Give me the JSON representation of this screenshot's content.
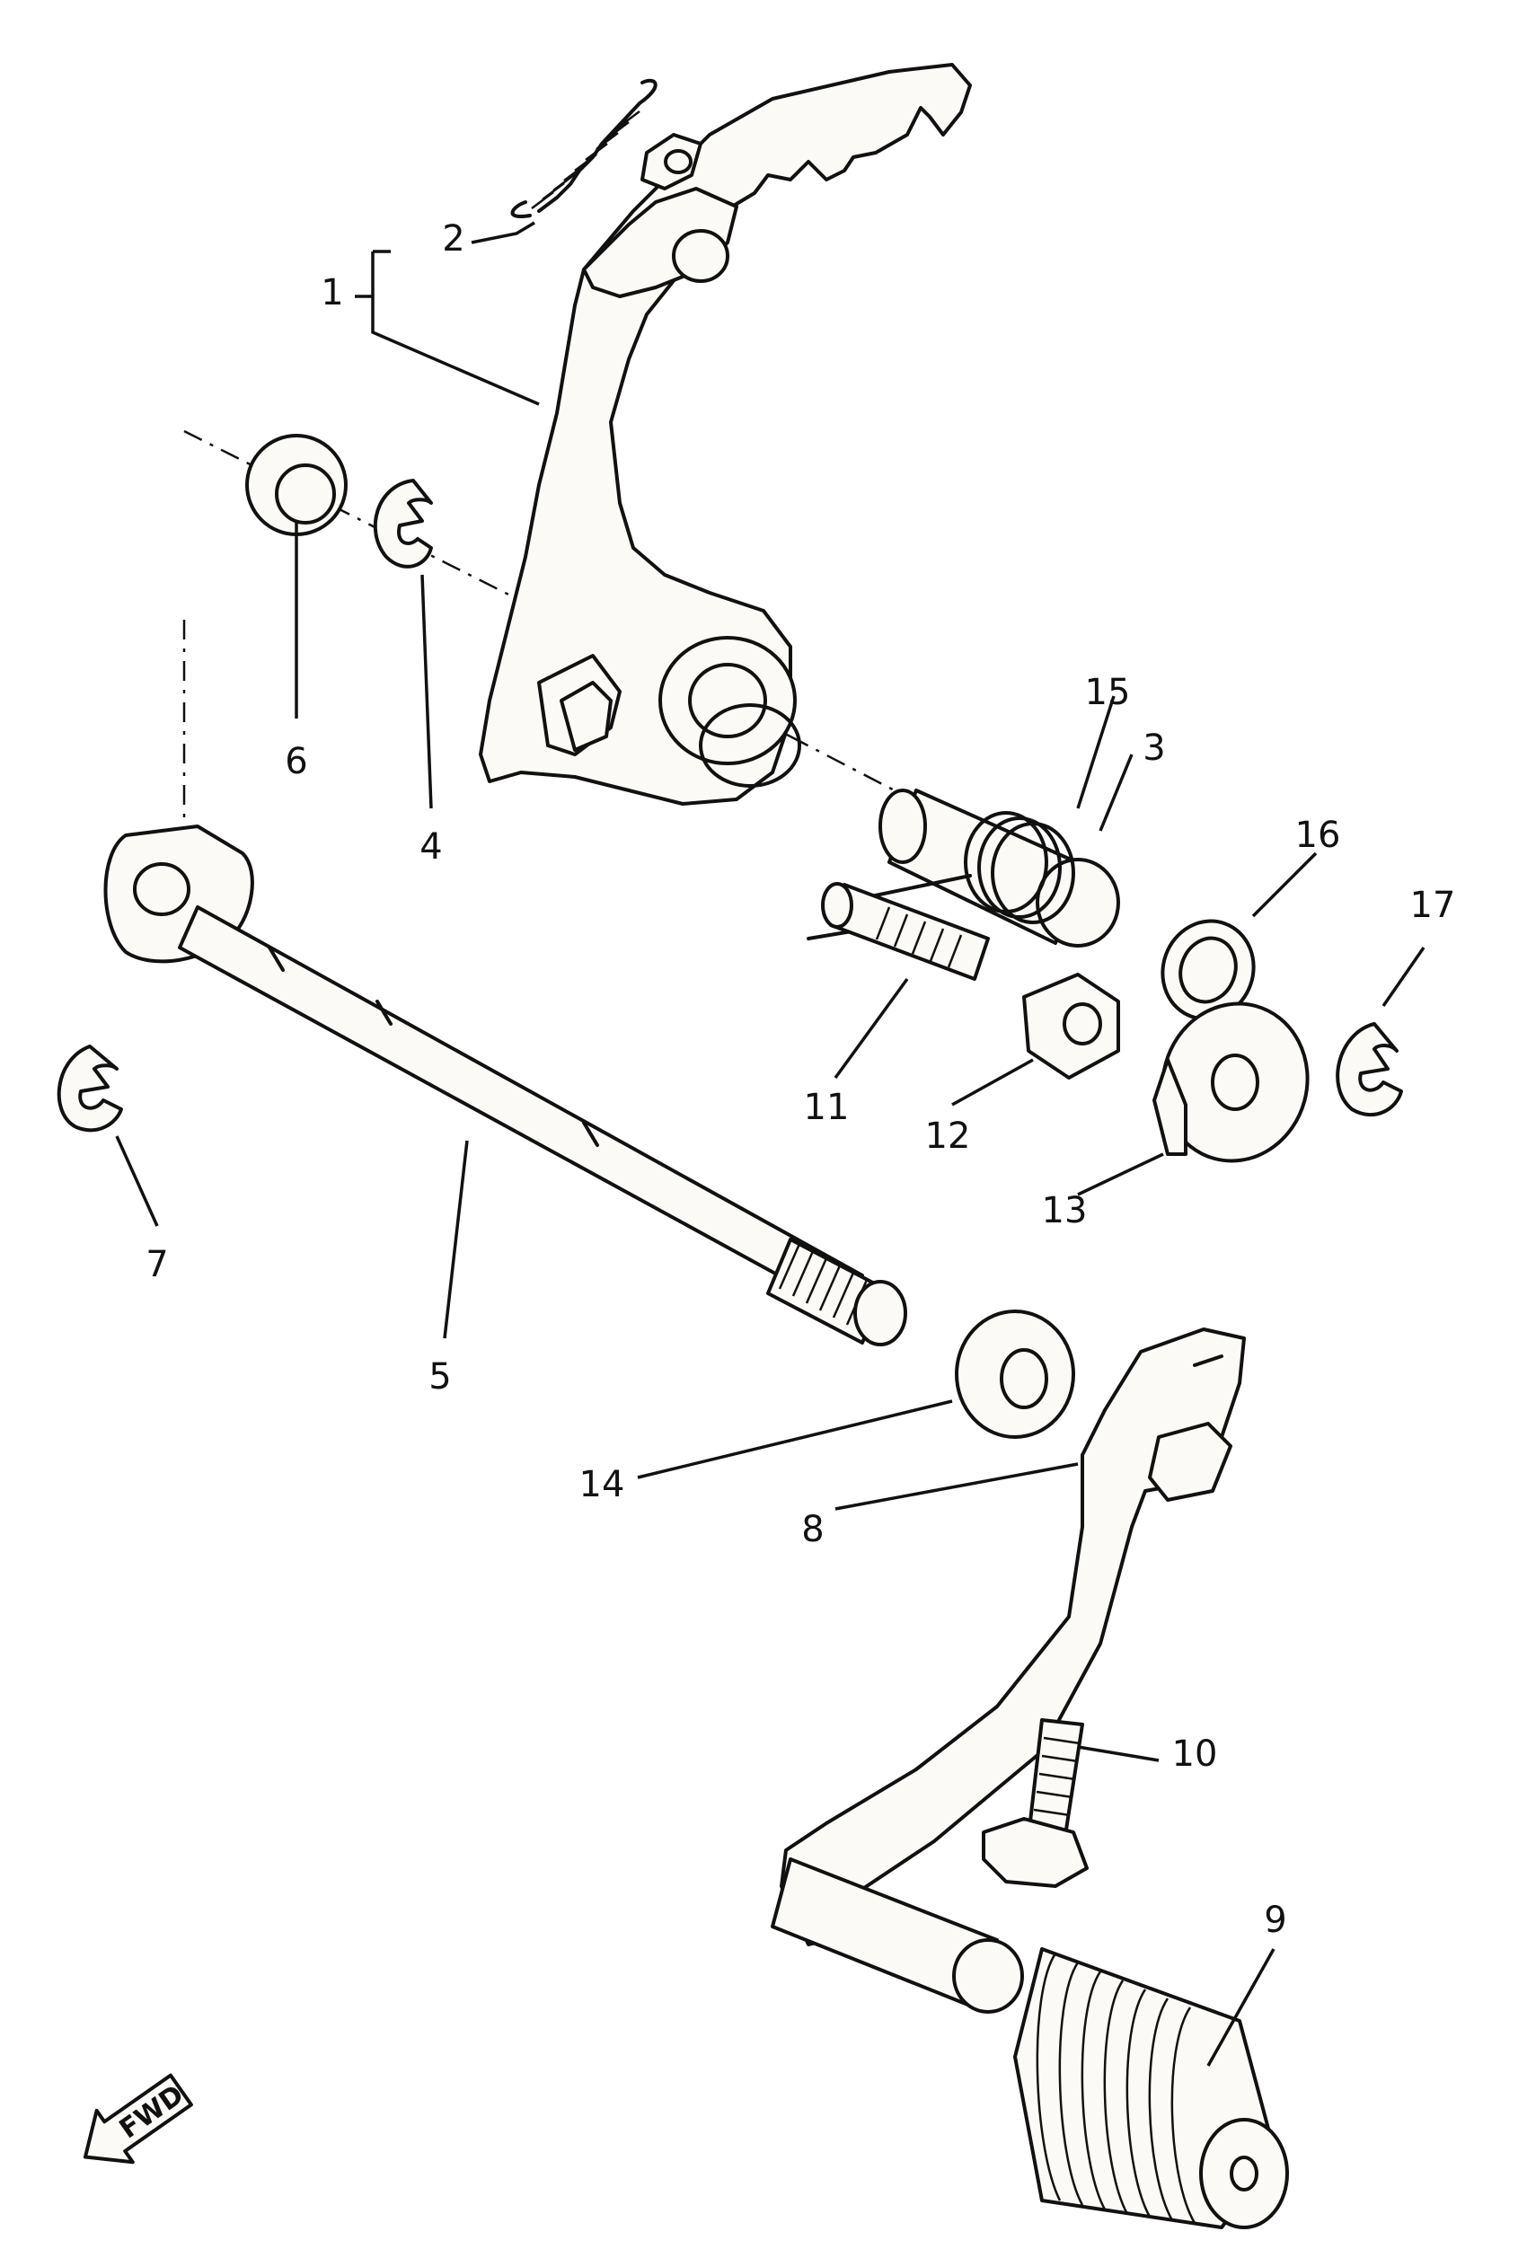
{
  "part_labels": [
    {
      "id": "1",
      "text": "1"
    },
    {
      "id": "2",
      "text": "2"
    },
    {
      "id": "3",
      "text": "3"
    },
    {
      "id": "4",
      "text": "4"
    },
    {
      "id": "5",
      "text": "5"
    },
    {
      "id": "6",
      "text": "6"
    },
    {
      "id": "7",
      "text": "7"
    },
    {
      "id": "8",
      "text": "8"
    },
    {
      "id": "9",
      "text": "9"
    },
    {
      "id": "10",
      "text": "10"
    },
    {
      "id": "11",
      "text": "11"
    },
    {
      "id": "12",
      "text": "12"
    },
    {
      "id": "13",
      "text": "13"
    },
    {
      "id": "14",
      "text": "14"
    },
    {
      "id": "15",
      "text": "15"
    },
    {
      "id": "16",
      "text": "16"
    },
    {
      "id": "17",
      "text": "17"
    }
  ],
  "direction_marker": {
    "text": "FWD"
  },
  "colors": {
    "line": "#111111",
    "paper": "#ffffff"
  }
}
